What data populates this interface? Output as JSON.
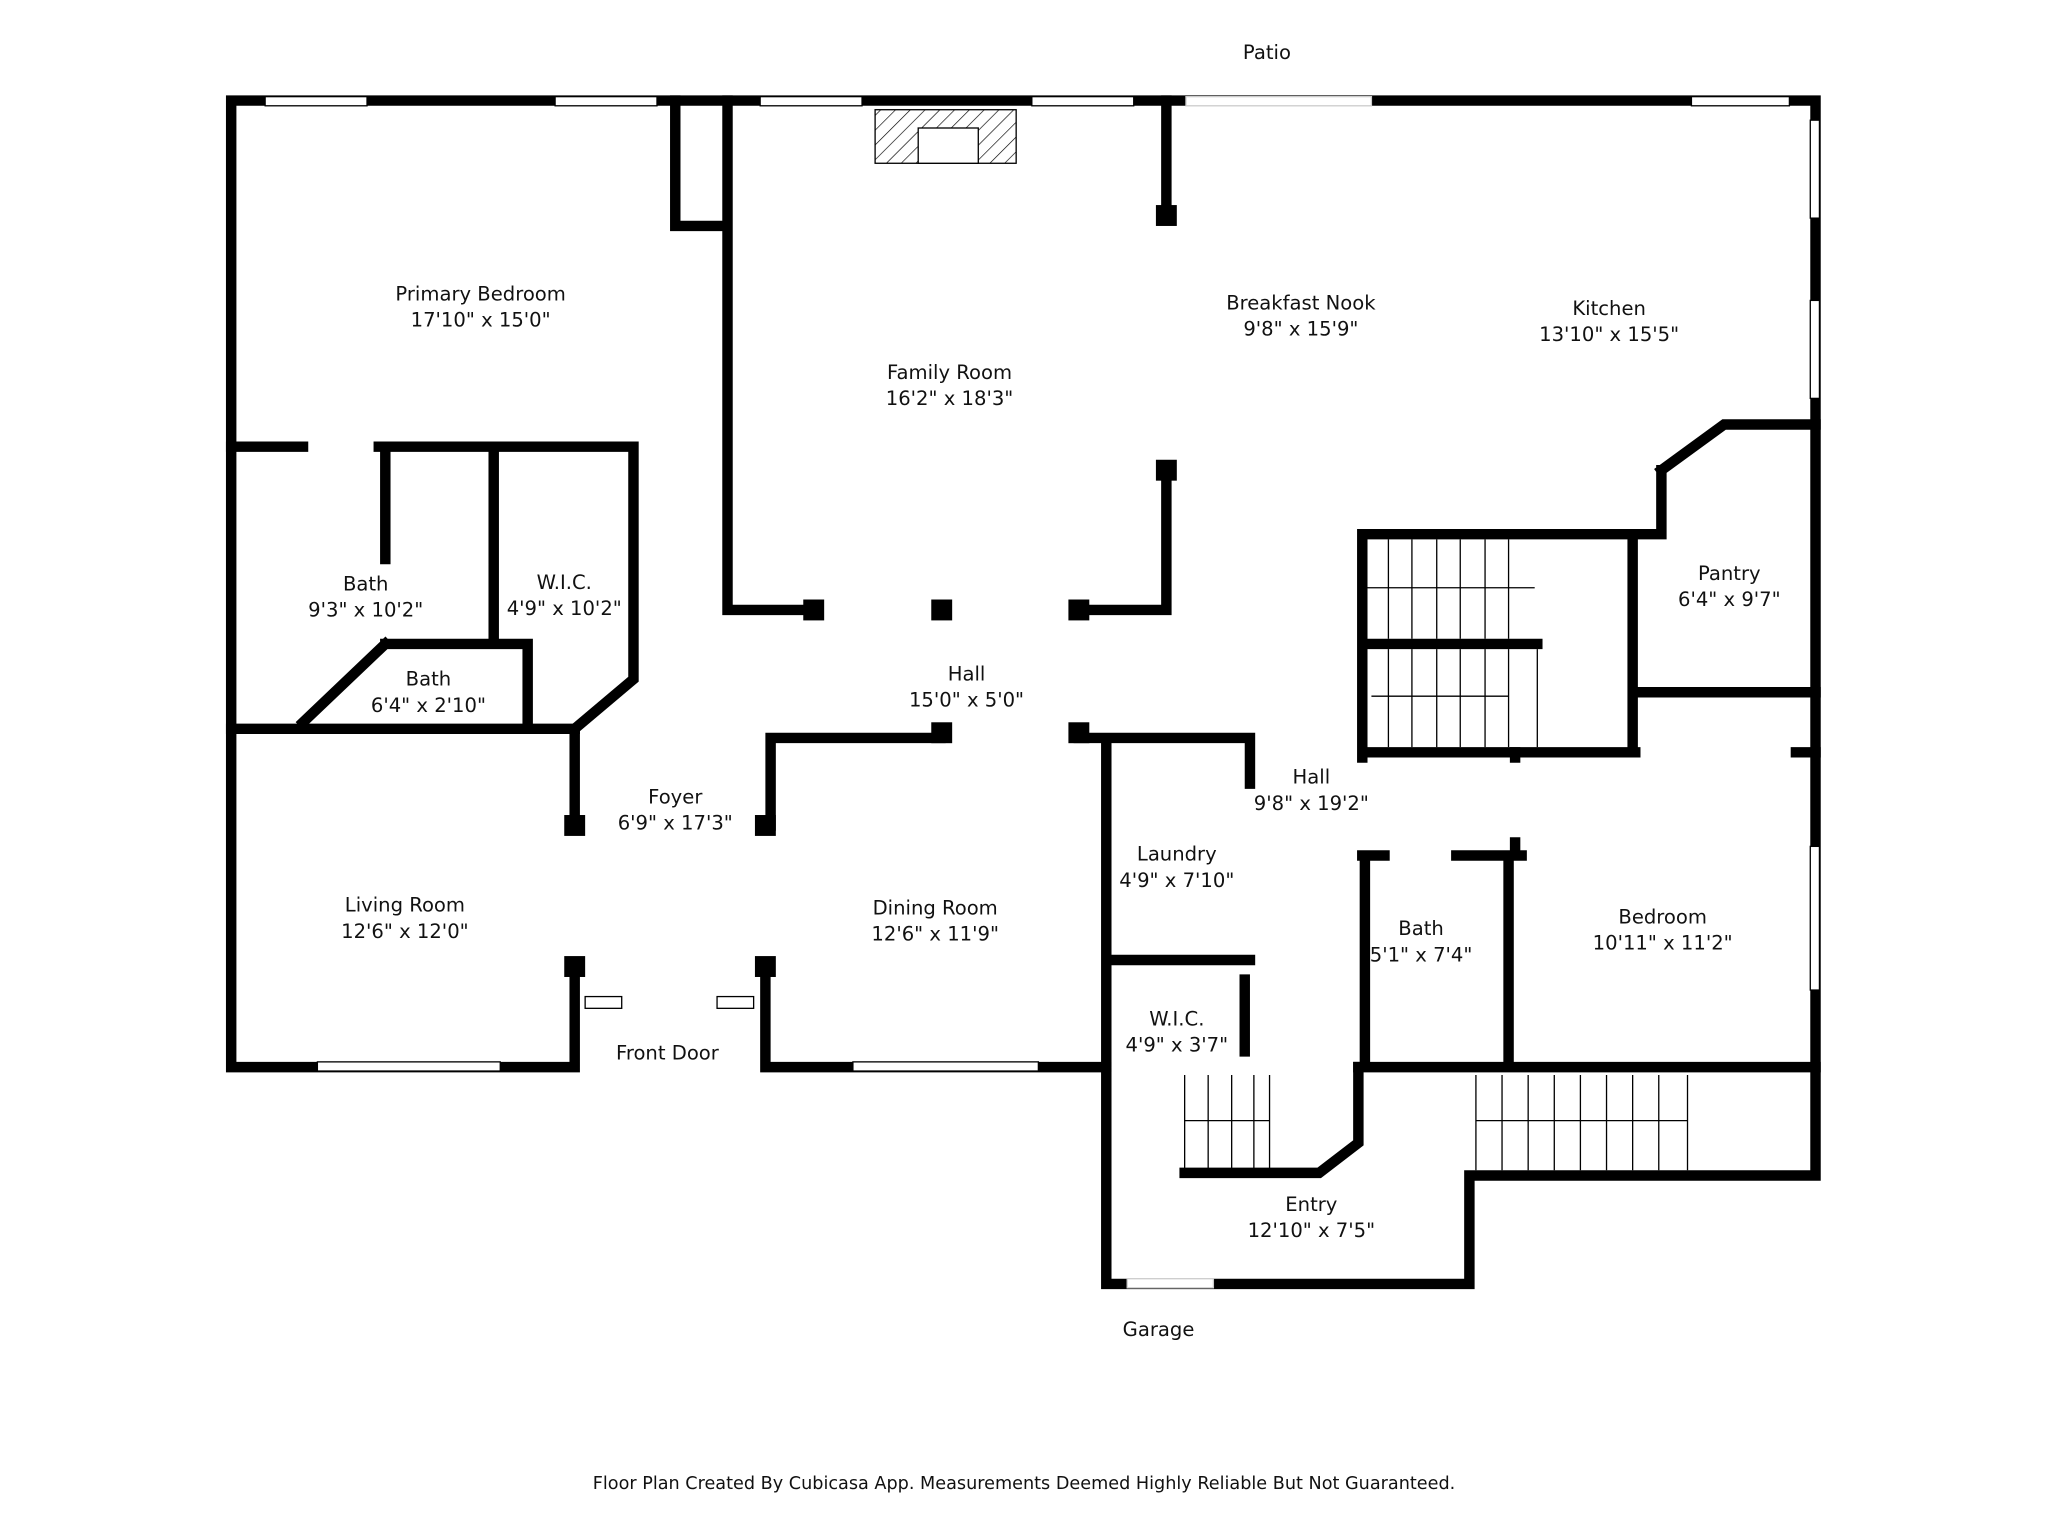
{
  "outside_labels": {
    "patio": "Patio",
    "front_door": "Front Door",
    "garage": "Garage"
  },
  "rooms": [
    {
      "name": "Primary Bedroom",
      "size": "17'10\" x 15'0\""
    },
    {
      "name": "Family Room",
      "size": "16'2\" x 18'3\""
    },
    {
      "name": "Breakfast Nook",
      "size": "9'8\" x 15'9\""
    },
    {
      "name": "Kitchen",
      "size": "13'10\" x 15'5\""
    },
    {
      "name": "Bath",
      "size": "9'3\" x 10'2\""
    },
    {
      "name": "W.I.C.",
      "size": "4'9\" x 10'2\""
    },
    {
      "name": "Bath",
      "size": "6'4\" x 2'10\""
    },
    {
      "name": "Hall",
      "size": "15'0\" x 5'0\""
    },
    {
      "name": "Pantry",
      "size": "6'4\" x 9'7\""
    },
    {
      "name": "Foyer",
      "size": "6'9\" x 17'3\""
    },
    {
      "name": "Hall",
      "size": "9'8\" x 19'2\""
    },
    {
      "name": "Laundry",
      "size": "4'9\" x 7'10\""
    },
    {
      "name": "Living Room",
      "size": "12'6\" x 12'0\""
    },
    {
      "name": "Dining Room",
      "size": "12'6\" x 11'9\""
    },
    {
      "name": "Bath",
      "size": "5'1\" x 7'4\""
    },
    {
      "name": "Bedroom",
      "size": "10'11\" x 11'2\""
    },
    {
      "name": "W.I.C.",
      "size": "4'9\" x 3'7\""
    },
    {
      "name": "Entry",
      "size": "12'10\" x 7'5\""
    }
  ],
  "footer": "Floor Plan Created By Cubicasa App. Measurements Deemed Highly Reliable But Not Guaranteed."
}
